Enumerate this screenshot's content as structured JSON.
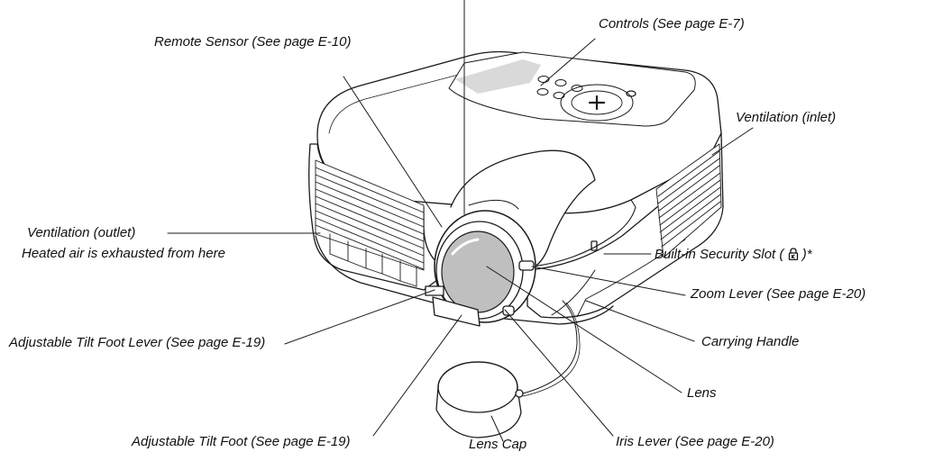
{
  "labels": {
    "remote_sensor": "Remote Sensor (See page E-10)",
    "controls": "Controls (See page E-7)",
    "ventilation_inlet": "Ventilation (inlet)",
    "ventilation_outlet": "Ventilation (outlet)",
    "ventilation_outlet_note": "Heated air is exhausted from here",
    "security_slot_prefix": "Built-in Security Slot (",
    "security_slot_suffix": ")*",
    "zoom_lever": "Zoom Lever (See page E-20)",
    "carrying_handle": "Carrying Handle",
    "lens": "Lens",
    "tilt_foot_lever": "Adjustable Tilt Foot Lever (See page E-19)",
    "tilt_foot": "Adjustable Tilt Foot (See page E-19)",
    "lens_cap": "Lens Cap",
    "iris_lever": "Iris Lever (See page E-20)"
  },
  "icons": {
    "security_slot": "lock-icon"
  },
  "colors": {
    "line": "#1a1a1a",
    "text": "#111111",
    "grille": "#d9d9d9",
    "lens_glass": "#bfbfbf"
  }
}
